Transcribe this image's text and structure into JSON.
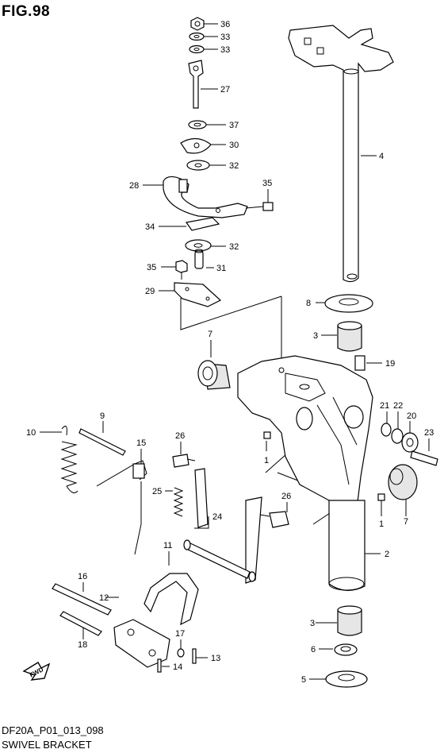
{
  "figure": {
    "title": "FIG.98",
    "code": "DF20A_P01_013_098",
    "name": "SWIVEL BRACKET",
    "fwd_label": "FWD"
  },
  "callouts": [
    {
      "id": "c36",
      "label": "36"
    },
    {
      "id": "c33a",
      "label": "33"
    },
    {
      "id": "c33b",
      "label": "33"
    },
    {
      "id": "c27",
      "label": "27"
    },
    {
      "id": "c37",
      "label": "37"
    },
    {
      "id": "c30",
      "label": "30"
    },
    {
      "id": "c32a",
      "label": "32"
    },
    {
      "id": "c28",
      "label": "28"
    },
    {
      "id": "c35a",
      "label": "35"
    },
    {
      "id": "c34",
      "label": "34"
    },
    {
      "id": "c32b",
      "label": "32"
    },
    {
      "id": "c35b",
      "label": "35"
    },
    {
      "id": "c31",
      "label": "31"
    },
    {
      "id": "c29",
      "label": "29"
    },
    {
      "id": "c4",
      "label": "4"
    },
    {
      "id": "c8",
      "label": "8"
    },
    {
      "id": "c3a",
      "label": "3"
    },
    {
      "id": "c19",
      "label": "19"
    },
    {
      "id": "c7a",
      "label": "7"
    },
    {
      "id": "c21",
      "label": "21"
    },
    {
      "id": "c22",
      "label": "22"
    },
    {
      "id": "c20",
      "label": "20"
    },
    {
      "id": "c23",
      "label": "23"
    },
    {
      "id": "c10",
      "label": "10"
    },
    {
      "id": "c9",
      "label": "9"
    },
    {
      "id": "c15",
      "label": "15"
    },
    {
      "id": "c26a",
      "label": "26"
    },
    {
      "id": "c1a",
      "label": "1"
    },
    {
      "id": "c25",
      "label": "25"
    },
    {
      "id": "c24",
      "label": "24"
    },
    {
      "id": "c26b",
      "label": "26"
    },
    {
      "id": "c1b",
      "label": "1"
    },
    {
      "id": "c7b",
      "label": "7"
    },
    {
      "id": "c11",
      "label": "11"
    },
    {
      "id": "c2",
      "label": "2"
    },
    {
      "id": "c16",
      "label": "16"
    },
    {
      "id": "c12",
      "label": "12"
    },
    {
      "id": "c18",
      "label": "18"
    },
    {
      "id": "c17",
      "label": "17"
    },
    {
      "id": "c13",
      "label": "13"
    },
    {
      "id": "c14",
      "label": "14"
    },
    {
      "id": "c3b",
      "label": "3"
    },
    {
      "id": "c6",
      "label": "6"
    },
    {
      "id": "c5",
      "label": "5"
    }
  ]
}
